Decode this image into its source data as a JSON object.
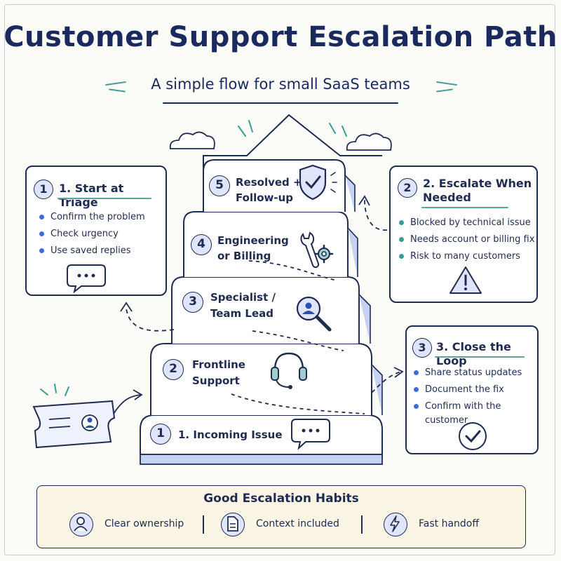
{
  "title": "Customer Support Escalation Path",
  "subtitle": "A simple flow for small SaaS teams",
  "triage_card": {
    "number": "1",
    "title": "1. Start at Triage",
    "items": [
      "Confirm the problem",
      "Check urgency",
      "Use saved replies"
    ],
    "icon": "chat-bubble-icon"
  },
  "escalate_card": {
    "number": "2",
    "title_line1": "2. Escalate When",
    "title_line2": "Needed",
    "items": [
      "Blocked by technical issue",
      "Needs account or billing fix",
      "Risk to many customers"
    ],
    "icon": "warning-triangle-icon"
  },
  "close_card": {
    "number": "3",
    "title": "3. Close the Loop",
    "items": [
      "Share status updates",
      "Document the fix",
      "Confirm with the customer"
    ],
    "icon": "check-circle-icon"
  },
  "steps": [
    {
      "number": "1",
      "line1": "1. Incoming Issue",
      "line2": "",
      "icon": "chat-bubble-icon"
    },
    {
      "number": "2",
      "line1": "Frontline",
      "line2": "Support",
      "icon": "headset-icon"
    },
    {
      "number": "3",
      "line1": "Specialist /",
      "line2": "Team Lead",
      "icon": "magnifier-user-icon"
    },
    {
      "number": "4",
      "line1": "Engineering",
      "line2": "or Billing",
      "icon": "wrench-gear-icon"
    },
    {
      "number": "5",
      "line1": "Resolved +",
      "line2": "Follow-up",
      "icon": "shield-check-icon"
    }
  ],
  "habits": {
    "title": "Good Escalation Habits",
    "items": [
      {
        "label": "Clear ownership",
        "icon": "person-icon"
      },
      {
        "label": "Context included",
        "icon": "document-icon"
      },
      {
        "label": "Fast handoff",
        "icon": "lightning-icon"
      }
    ]
  },
  "colors": {
    "ink": "#1f2b4f",
    "accent_blue": "#3b6fd6",
    "accent_teal": "#3b9a93",
    "step_fill": "#dfe6fb",
    "habits_bg": "#fbf5e6"
  }
}
